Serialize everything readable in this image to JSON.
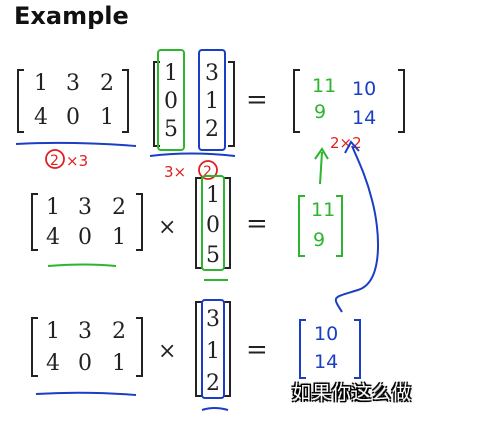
{
  "title": "Example",
  "subtitle": "如果你这么做",
  "matrix_A": [
    [
      "1",
      "3",
      "2"
    ],
    [
      "4",
      "0",
      "1"
    ]
  ],
  "matrix_B_col1": [
    "1",
    "0",
    "5"
  ],
  "matrix_B_col2": [
    "3",
    "1",
    "2"
  ],
  "ops": {
    "equals": "=",
    "times": "×"
  },
  "result_full": [
    [
      "11",
      "10"
    ],
    [
      "9",
      "14"
    ]
  ],
  "result_col1": [
    "11",
    "9"
  ],
  "result_col2": [
    "10",
    "14"
  ],
  "annotations": {
    "dim_A_rows": "2",
    "dim_A": "×3",
    "dim_B_rows": "3×",
    "dim_B_cols": "2",
    "dim_result": "2×2"
  },
  "colors": {
    "ink": "#222222",
    "green": "#2db52d",
    "blue": "#1b3fc4",
    "red": "#e02020"
  }
}
